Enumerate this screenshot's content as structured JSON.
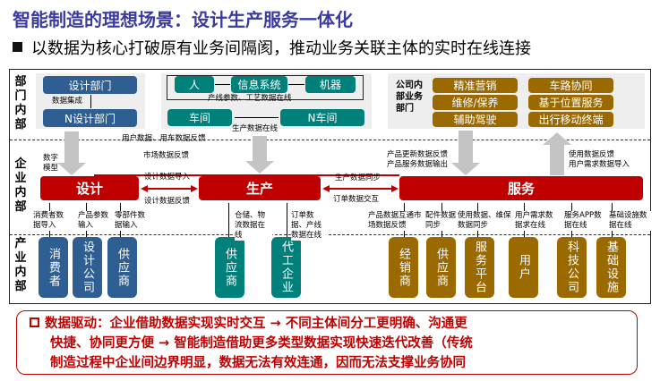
{
  "title": "智能制造的理想场景：设计生产服务一体化",
  "subtitle": "以数据为核心打破原有业务间隔阂，推动业务关联主体的实时在线连接",
  "rows": {
    "dept": "部门内部",
    "enterprise": "企业内部",
    "industry": "产业内部"
  },
  "dept": {
    "design": {
      "top": "设计部门",
      "bottom": "N设计部门",
      "link": "数据集成"
    },
    "production": {
      "person": "人",
      "system": "信息系统",
      "machine": "机器",
      "line_label": "产线参数、工艺数据在线",
      "workshop": "车间",
      "n_workshop": "N车间",
      "link": "生产数据在线"
    },
    "service": {
      "label": "公司内部业务部门",
      "items": [
        "精准营销",
        "维修/保养",
        "辅助驾驶",
        "车路协同",
        "基于位置服务",
        "出行移动终端"
      ]
    }
  },
  "enterprise": {
    "design": "设计",
    "production": "生产",
    "service": "服务",
    "labels": {
      "digital_model": "数字模型",
      "user_feedback": "用户数据、用车数据反馈",
      "market_feedback": "市场数据反馈",
      "design_import": "设计数据导入",
      "design_feedback": "设计数据反馈",
      "prod_sync": "生产数据同步",
      "order_exchange": "订单数据交互",
      "product_update": "产品更新数据反馈",
      "product_service": "产品服务数据输出",
      "usage_feedback": "使用数据反馈",
      "user_demand": "用户需求数据导入"
    }
  },
  "industry": {
    "links": [
      "消费者数据导入",
      "产品参数输入",
      "零部件数据输入",
      "仓储、物流数据在线",
      "订单数据、产线数据在线",
      "产品数据互通市场数据反馈",
      "配件数据同步",
      "使用数据、维保数据同步",
      "用户需求数据求在线",
      "服务APP数据在线",
      "基础设施数据在线"
    ],
    "entities": [
      "消费者",
      "设计公司",
      "供应商",
      "供应商",
      "代工企业",
      "经销商",
      "供应商",
      "服务平台",
      "用户",
      "科技公司",
      "基础设施"
    ]
  },
  "note": {
    "line1": "数据驱动：企业借助数据实现实时交互 → 不同主体间分工更明确、沟通更",
    "line2": "快捷、协同更方便 → 智能制造借助更多类型数据实现快速迭代改善（传统",
    "line3": "制造过程中企业间边界明显，数据无法有效连通，因而无法支撑业务协同"
  },
  "colors": {
    "blue": "#2f5e92",
    "teal": "#00807b",
    "brown": "#9a6a00",
    "red": "#c00000",
    "title": "#3b3b9e"
  }
}
